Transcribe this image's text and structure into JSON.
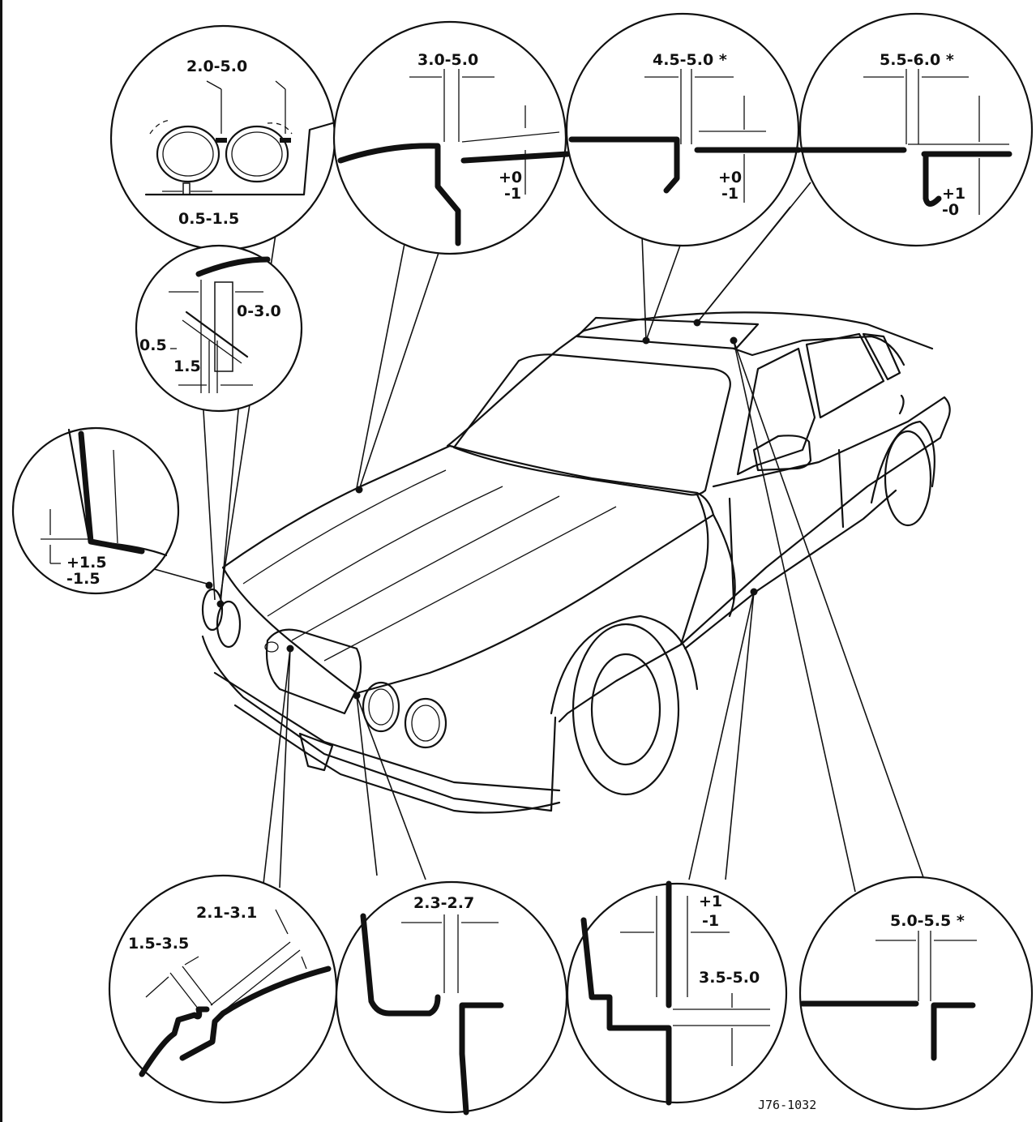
{
  "figure": {
    "reference_code": "J76-1032",
    "callouts": [
      {
        "id": "headlamp-ring-gap",
        "label": "2.0-5.0",
        "secondary_label": "0.5-1.5"
      },
      {
        "id": "bonnet-windscreen-gap",
        "label": "3.0-5.0",
        "flush_label": "+0\n-1"
      },
      {
        "id": "sunroof-front-gap",
        "label": "4.5-5.0 *",
        "flush_label": "+0\n-1"
      },
      {
        "id": "sunroof-rear-gap",
        "label": "5.5-6.0 *",
        "flush_label": "+1\n-0"
      },
      {
        "id": "headlamp-bezel-gap",
        "label": "0-3.0",
        "secondary_label": "0.5\n1.5"
      },
      {
        "id": "bonnet-wing-flush",
        "label": "+1.5\n-1.5"
      },
      {
        "id": "grille-surround-gap",
        "label": "2.1-3.1",
        "secondary_label": "1.5-3.5"
      },
      {
        "id": "bonnet-front-gap",
        "label": "2.3-2.7"
      },
      {
        "id": "door-sill-gap",
        "label": "3.5-5.0",
        "flush_label": "+1\n-1"
      },
      {
        "id": "sunroof-side-gap",
        "label": "5.0-5.5 *"
      }
    ]
  }
}
